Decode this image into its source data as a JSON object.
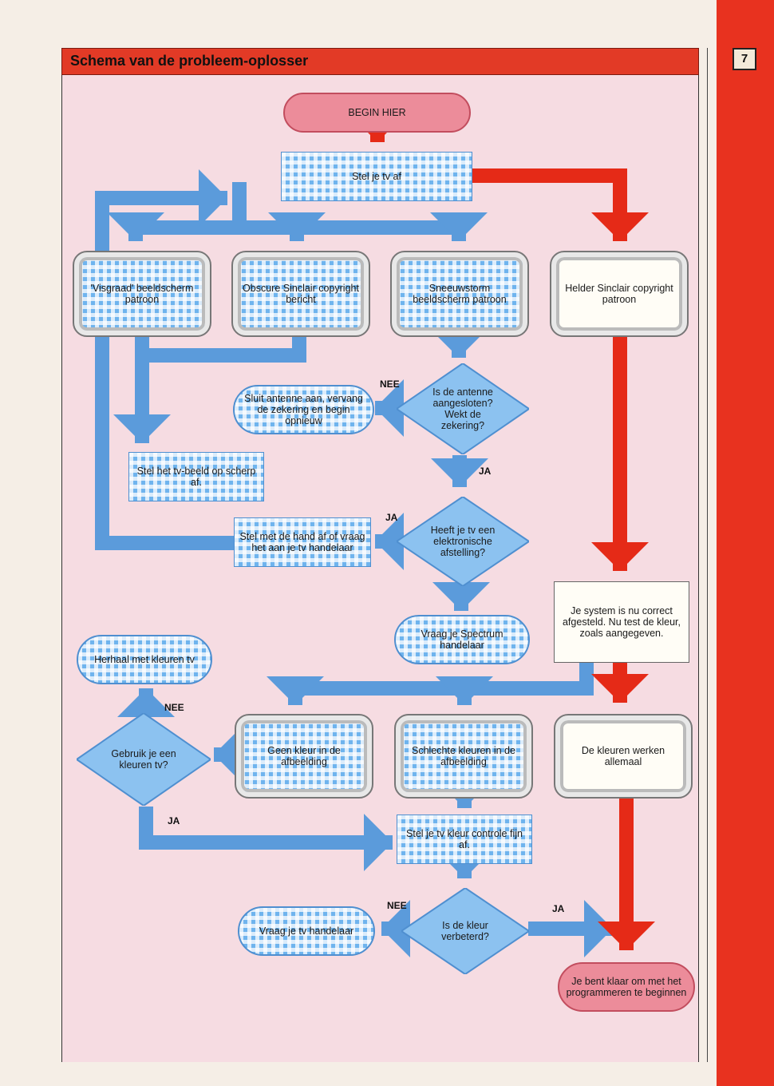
{
  "page_number": "7",
  "title": "Schema van de probleem-oplosser",
  "nodes": {
    "begin": "BEGIN HIER",
    "adjust_tv": "Stel je tv af",
    "fishbone": "'Visgraad' beeldscherm patroon",
    "obscure_copyright": "Obscure Sinclair copyright bericht",
    "snowstorm": "Sneeuwstorm beeldscherm patroon",
    "clear_copyright": "Helder Sinclair copyright patroon",
    "antenna_question": "Is de antenne aangesloten? Wekt de zekering?",
    "connect_antenna": "Sluit antenne aan, vervang de zekering en begin opnieuw",
    "focus_picture": "Stel het tv-beeld op scherp af.",
    "electronic_question": "Heeft je tv een elektronische afstelling?",
    "manual_adjust": "Stel met de hand af of vraag het aan je tv handelaar",
    "ask_spectrum_dealer": "Vraag je Spectrum handelaar",
    "system_correct": "Je system is nu correct afgesteld. Nu test de kleur, zoals aangegeven.",
    "repeat_colour_tv": "Herhaal met kleuren tv",
    "colour_tv_question": "Gebruik je een kleuren tv?",
    "no_colour": "Geen kleur in de afbeelding",
    "bad_colours": "Schlechte kleuren in de afbeelding",
    "colours_work": "De kleuren werken allemaal",
    "fine_tune_colour": "Stel je tv kleur controle fijn af.",
    "colour_improved_question": "Is de kleur verbeterd?",
    "ask_tv_dealer": "Vraag je tv handelaar",
    "ready": "Je bent klaar om met het programmeren te beginnen"
  },
  "labels": {
    "nee": "NEE",
    "ja": "JA"
  },
  "colors": {
    "blue_flow": "#5b9bdb",
    "red_flow": "#e52a17",
    "title_red": "#e23a26",
    "panel_pink": "#f6dce2",
    "pill_pink": "#ec8c9a"
  }
}
